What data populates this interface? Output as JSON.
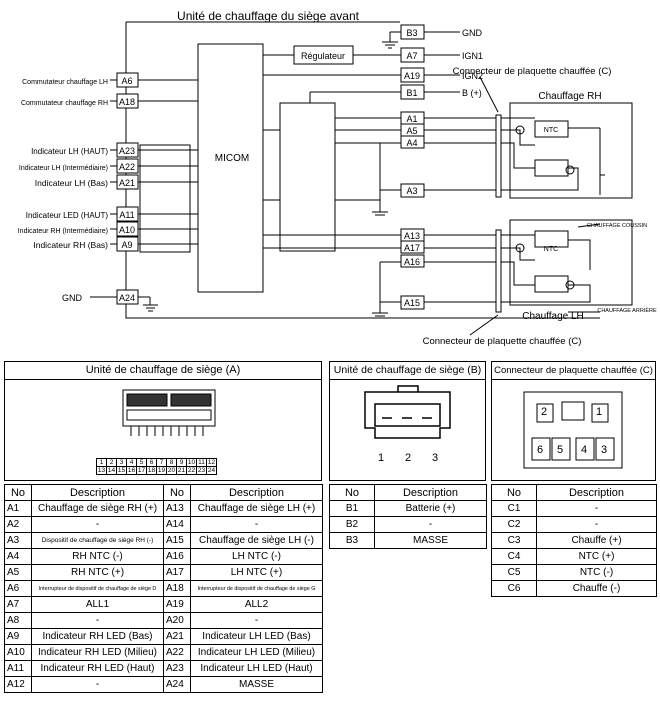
{
  "diagram": {
    "title": "Unité de chauffage du siège avant",
    "micom": "MICOM",
    "regulator": "Régulateur",
    "seat_rh": "Chauffage RH",
    "seat_lh": "Chauffage LH",
    "connector_top": "Connecteur de plaquette chauffée (C)",
    "connector_bottom": "Connecteur de plaquette chauffée (C)",
    "ntc": "NTC",
    "cushion": "CHAUFFAGE COUSSIN",
    "back": "CHAUFFAGE ARRIÈRE",
    "outputs": [
      {
        "pin": "B3",
        "label": "GND"
      },
      {
        "pin": "A7",
        "label": "IGN1"
      },
      {
        "pin": "A19",
        "label": "IGN2"
      },
      {
        "pin": "B1",
        "label": "B (+)"
      }
    ],
    "right_pins": [
      "A1",
      "A5",
      "A4",
      "A3",
      "A13",
      "A17",
      "A16",
      "A15"
    ],
    "inputs": [
      {
        "pin": "A6",
        "label": "Commutateur chauffage LH"
      },
      {
        "pin": "A18",
        "label": "Commutateur chauffage RH"
      },
      {
        "pin": "A23",
        "label": "Indicateur LH (HAUT)"
      },
      {
        "pin": "A22",
        "label": "Indicateur LH (Intermédiaire)"
      },
      {
        "pin": "A21",
        "label": "Indicateur LH (Bas)"
      },
      {
        "pin": "A11",
        "label": "Indicateur LED (HAUT)"
      },
      {
        "pin": "A10",
        "label": "Indicateur RH (Intermédiaire)"
      },
      {
        "pin": "A9",
        "label": "Indicateur RH (Bas)"
      },
      {
        "pin": "A24",
        "label": "GND"
      }
    ]
  },
  "table_a": {
    "title": "Unité de chauffage de siège (A)",
    "pin_row1": [
      "1",
      "2",
      "3",
      "4",
      "5",
      "6",
      "7",
      "8",
      "9",
      "10",
      "11",
      "12"
    ],
    "pin_row2": [
      "13",
      "14",
      "15",
      "16",
      "17",
      "18",
      "19",
      "20",
      "21",
      "22",
      "23",
      "24"
    ],
    "header": [
      "No",
      "Description",
      "No",
      "Description"
    ],
    "rows": [
      [
        "A1",
        "Chauffage de siège RH (+)",
        "A13",
        "Chauffage de siège LH (+)"
      ],
      [
        "A2",
        "-",
        "A14",
        "-"
      ],
      [
        "A3",
        "Dispositif de chauffage de siège RH (-)",
        "A15",
        "Chauffage de siège LH (-)"
      ],
      [
        "A4",
        "RH NTC (-)",
        "A16",
        "LH NTC (-)"
      ],
      [
        "A5",
        "RH NTC (+)",
        "A17",
        "LH NTC (+)"
      ],
      [
        "A6",
        "Interrupteur de dispositif de chauffage de siège D",
        "A18",
        "Interrupteur de dispositif de chauffage de siège G"
      ],
      [
        "A7",
        "ALL1",
        "A19",
        "ALL2"
      ],
      [
        "A8",
        "-",
        "A20",
        "-"
      ],
      [
        "A9",
        "Indicateur RH LED (Bas)",
        "A21",
        "Indicateur LH LED (Bas)"
      ],
      [
        "A10",
        "Indicateur RH LED (Milieu)",
        "A22",
        "Indicateur LH LED (Milieu)"
      ],
      [
        "A11",
        "Indicateur RH LED (Haut)",
        "A23",
        "Indicateur LH LED (Haut)"
      ],
      [
        "A12",
        "-",
        "A24",
        "MASSE"
      ]
    ]
  },
  "table_b": {
    "title": "Unité de chauffage de siège (B)",
    "pins": [
      "1",
      "2",
      "3"
    ],
    "header": [
      "No",
      "Description"
    ],
    "rows": [
      [
        "B1",
        "Batterie (+)"
      ],
      [
        "B2",
        "-"
      ],
      [
        "B3",
        "MASSE"
      ]
    ]
  },
  "table_c": {
    "title": "Connecteur de plaquette chauffée (C)",
    "pins_top": [
      "2",
      "1"
    ],
    "pins_bottom": [
      "6",
      "5",
      "4",
      "3"
    ],
    "header": [
      "No",
      "Description"
    ],
    "rows": [
      [
        "C1",
        "-"
      ],
      [
        "C2",
        "-"
      ],
      [
        "C3",
        "Chauffe (+)"
      ],
      [
        "C4",
        "NTC (+)"
      ],
      [
        "C5",
        "NTC (-)"
      ],
      [
        "C6",
        "Chauffe (-)"
      ]
    ]
  }
}
